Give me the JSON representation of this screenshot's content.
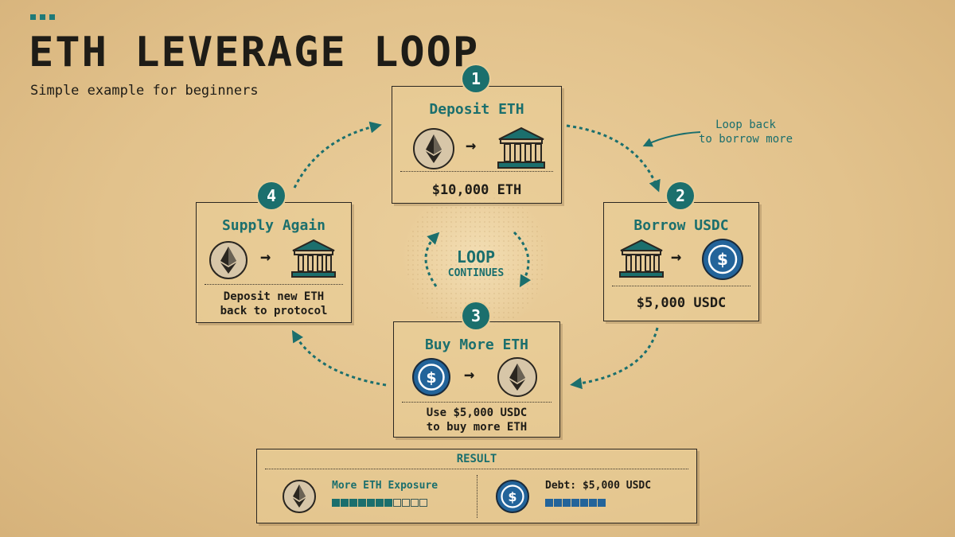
{
  "header": {
    "title": "ETH LEVERAGE LOOP",
    "subtitle": "Simple example for beginners"
  },
  "steps": [
    {
      "number": "1",
      "title": "Deposit ETH",
      "footer": "$10,000 ETH",
      "from_icon": "eth-coin-icon",
      "to_icon": "bank-icon"
    },
    {
      "number": "2",
      "title": "Borrow USDC",
      "footer": "$5,000 USDC",
      "from_icon": "bank-icon",
      "to_icon": "usdc-coin-icon"
    },
    {
      "number": "3",
      "title": "Buy More ETH",
      "footer_lines": [
        "Use $5,000 USDC",
        "to buy more ETH"
      ],
      "from_icon": "usdc-coin-icon",
      "to_icon": "eth-coin-icon"
    },
    {
      "number": "4",
      "title": "Supply Again",
      "footer_lines": [
        "Deposit new ETH",
        "back to protocol"
      ],
      "from_icon": "eth-coin-icon",
      "to_icon": "bank-icon"
    }
  ],
  "arrow_glyph": "→",
  "note": {
    "lines": [
      "Loop back",
      "to borrow more"
    ]
  },
  "center": {
    "line1": "LOOP",
    "line2": "CONTINUES"
  },
  "result": {
    "title": "RESULT",
    "left": {
      "label": "More ETH Exposure",
      "filled": 7,
      "total": 11,
      "icon": "eth-coin-icon"
    },
    "right": {
      "label": "Debt: $5,000 USDC",
      "filled": 7,
      "total": 7,
      "icon": "usdc-coin-icon"
    }
  },
  "colors": {
    "accent": "#1b6f6d",
    "usdc": "#23649a",
    "background": "#e2c28c",
    "ink": "#1e1c17"
  }
}
